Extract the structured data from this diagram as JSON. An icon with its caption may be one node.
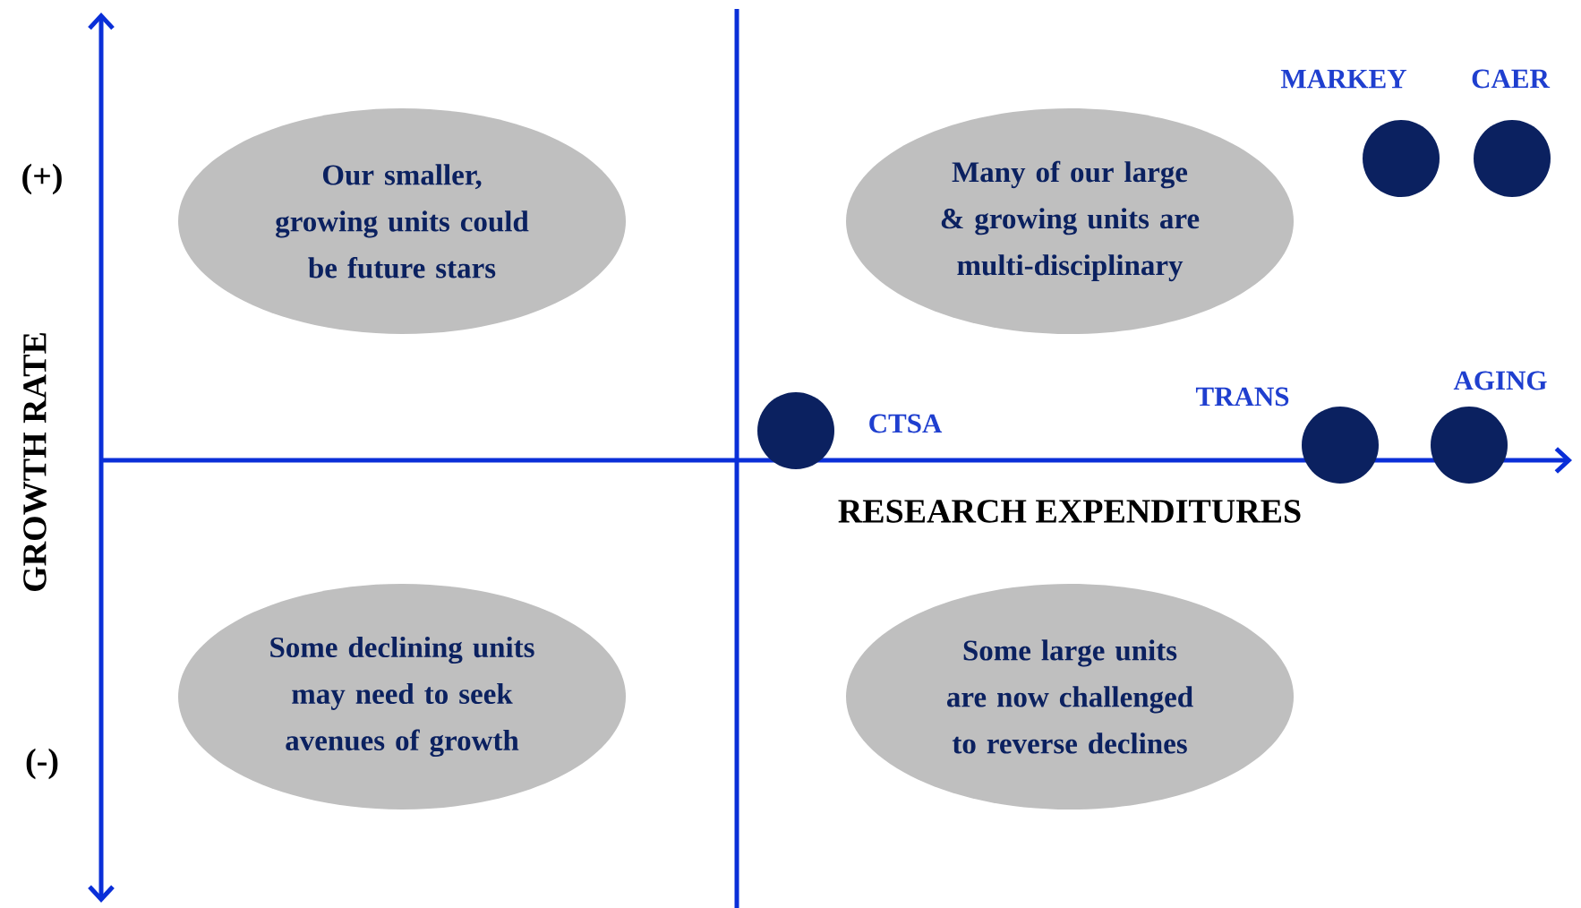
{
  "diagram": {
    "nodes": [
      {
        "text": [
          "Our smaller, growing units could be future stars"
        ]
      },
      {
        "text": [
          "Many of our large & growing units are multi-disciplinary"
        ]
      },
      {
        "text": [],
        "shape": "circle",
        "beside": [
          "MARKEY"
        ]
      },
      {
        "text": [],
        "shape": "circle",
        "beside": [
          "CAER"
        ]
      },
      {
        "text": [],
        "shape": "circle",
        "beside": [
          "CTSA"
        ]
      },
      {
        "text": [],
        "shape": "circle",
        "beside": [
          "TRANS"
        ]
      },
      {
        "text": [],
        "shape": "circle",
        "beside": [
          "AGING"
        ]
      },
      {
        "text": [
          "Some declining units may need to seek avenues of growth"
        ]
      },
      {
        "text": [
          "Some large units are now challenged to reverse declines"
        ]
      }
    ],
    "labels": [
      "(+)",
      "GROWTH RATE",
      "RESEARCH EXPENDITURES",
      "(-)"
    ]
  }
}
